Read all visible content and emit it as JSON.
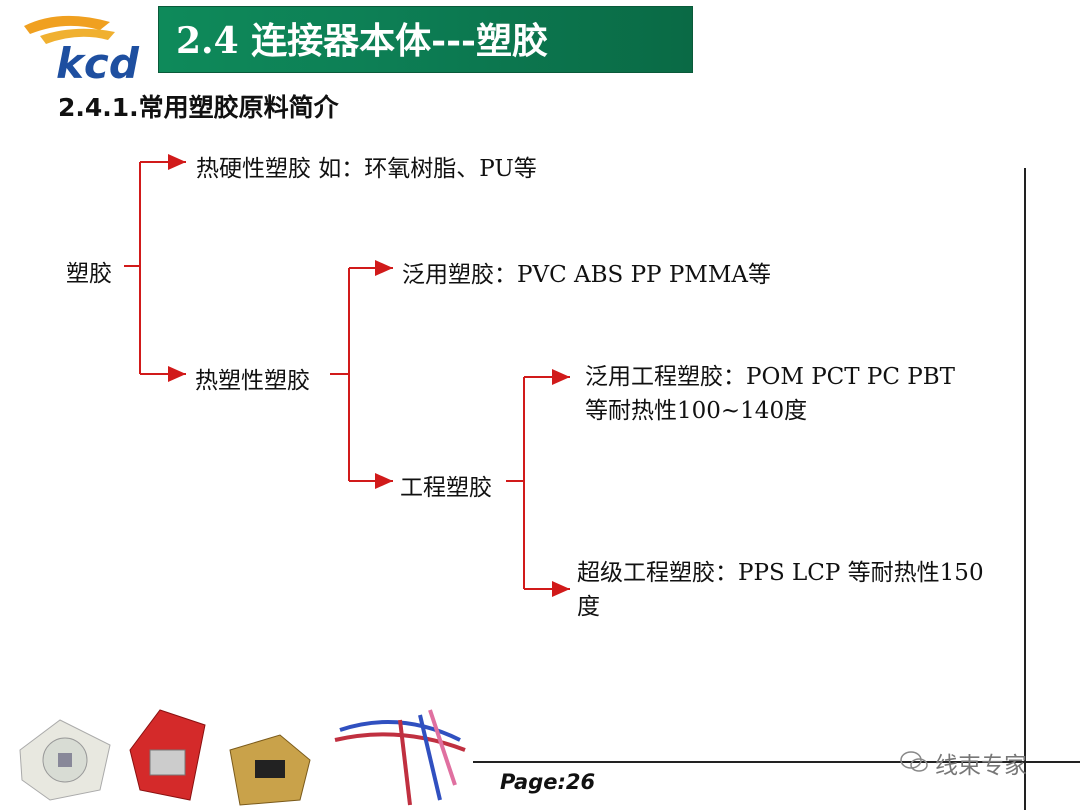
{
  "header": {
    "title": "2.4 连接器本体---塑胶",
    "logo_text": "kcd"
  },
  "section": {
    "heading": "2.4.1.常用塑胶原料简介"
  },
  "tree": {
    "root": "塑胶",
    "thermoset": "热硬性塑胶 如：环氧树脂、PU等",
    "thermoplastic": "热塑性塑胶",
    "general_plastic": "泛用塑胶：PVC ABS  PP  PMMA等",
    "engineering_plastic": "工程塑胶",
    "general_engineering_line1": "泛用工程塑胶：POM  PCT  PC  PBT",
    "general_engineering_line2": "等耐热性100~140度",
    "super_engineering_line1": "超级工程塑胶：PPS LCP 等耐热性150",
    "super_engineering_line2": "度"
  },
  "footer": {
    "page": "Page:26",
    "watermark": "线束专家"
  },
  "colors": {
    "title_bg": "#0d7f55",
    "arrow": "#d11a1a",
    "logo_orange": "#f0a020",
    "logo_blue": "#1e4fa0"
  },
  "photos": [
    "led-component-icon",
    "red-connector-icon",
    "usb-connector-icon",
    "cable-assembly-icon"
  ]
}
